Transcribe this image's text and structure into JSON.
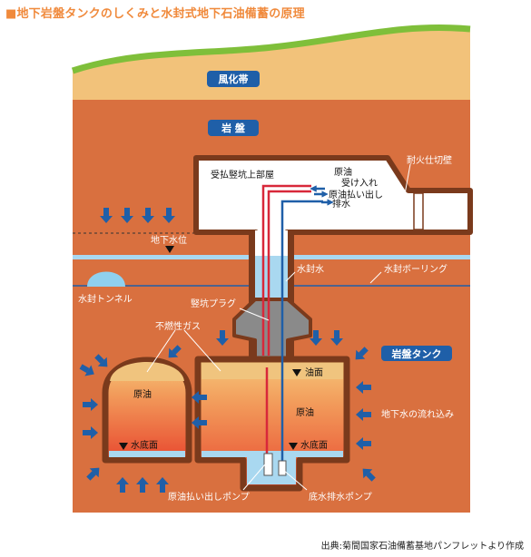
{
  "title": "■地下岩盤タンクのしくみと水封式地下石油備蓄の原理",
  "labels": {
    "weathered_zone": "風化帯",
    "bedrock": "岩 盤",
    "shaft_top_room": "受払竪坑上部屋",
    "crude_oil_receive": "原油\n受け入れ",
    "crude_oil_ship": "原油払い出し",
    "drainage": "排水",
    "fire_wall": "耐火仕切壁",
    "groundwater_level": "地下水位",
    "water_seal_tunnel": "水封トンネル",
    "sealing_water": "水封水",
    "water_seal_boring": "水封ボーリング",
    "shaft_plug": "竪坑プラグ",
    "inert_gas": "不燃性ガス",
    "rock_tank": "岩盤タンク",
    "oil_surface": "油面",
    "crude_oil_left": "原油",
    "crude_oil_right": "原油",
    "groundwater_inflow": "地下水の流れ込み",
    "water_bottom_left": "水底面",
    "water_bottom_right": "水底面",
    "discharge_pump": "原油払い出しポンプ",
    "bottom_water_pump": "底水排水ポンプ"
  },
  "source": "出典:菊間国家石油備蓄基地パンフレットより作成",
  "colors": {
    "title": "#f08a3c",
    "hill": "#7fbf3a",
    "soil": "#f2c27a",
    "rock": "#d9703f",
    "rock_dark": "#7a3a1c",
    "water": "#a9d8f0",
    "arrow": "#1f5fa8",
    "pipe_red": "#d8283a",
    "pipe_blue": "#1f5fa8",
    "badge": "#1f5fa8"
  }
}
